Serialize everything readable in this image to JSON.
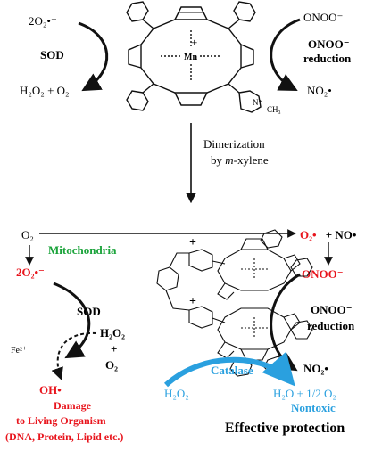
{
  "top": {
    "superoxide_in": "2O₂•⁻",
    "sod": "SOD",
    "sod_products": "H₂O₂ + O₂",
    "peroxynitrite_in": "ONOO⁻",
    "onoo_reduction_line1": "ONOO⁻",
    "onoo_reduction_line2": "reduction",
    "nitrogen_dioxide": "NO₂•",
    "metal_center": "Mn",
    "metal_charge": "+",
    "pyridinium_n": "N⁺",
    "methyl": "CH₃"
  },
  "middle": {
    "dimerization_line1": "Dimerization",
    "dimerization_prefix": "by ",
    "dimerization_italic": "m",
    "dimerization_suffix": "-xylene"
  },
  "bottom": {
    "oxygen": "O₂",
    "mitochondria": "Mitochondria",
    "superoxide": "2O₂•⁻",
    "superoxide_no_left": "O₂•⁻",
    "superoxide_no_right": " + NO•",
    "sod": "SOD",
    "h2o2": "H₂O₂",
    "plus": "+",
    "o2": "O₂",
    "fe": "Fe²⁺",
    "hydroxyl": "OH•",
    "damage_line1": "Damage",
    "damage_line2": "to Living Organism",
    "damage_line3": "(DNA, Protein, Lipid etc.)",
    "onoo": "ONOO⁻",
    "onoo_reduction_line1": "ONOO⁻",
    "onoo_reduction_line2": "reduction",
    "nitrogen_dioxide": "NO₂•",
    "catalase": "Catalase",
    "catalase_substrate": "H₂O₂",
    "catalase_products": "H₂O + 1/2 O₂",
    "nontoxic": "Nontoxic",
    "effective_protection": "Effective protection",
    "plus_charge_upper": "+",
    "plus_charge_lower": "+"
  },
  "colors": {
    "red": "#e8141c",
    "green": "#1aa33a",
    "blue": "#2aa0df",
    "black": "#111111"
  }
}
